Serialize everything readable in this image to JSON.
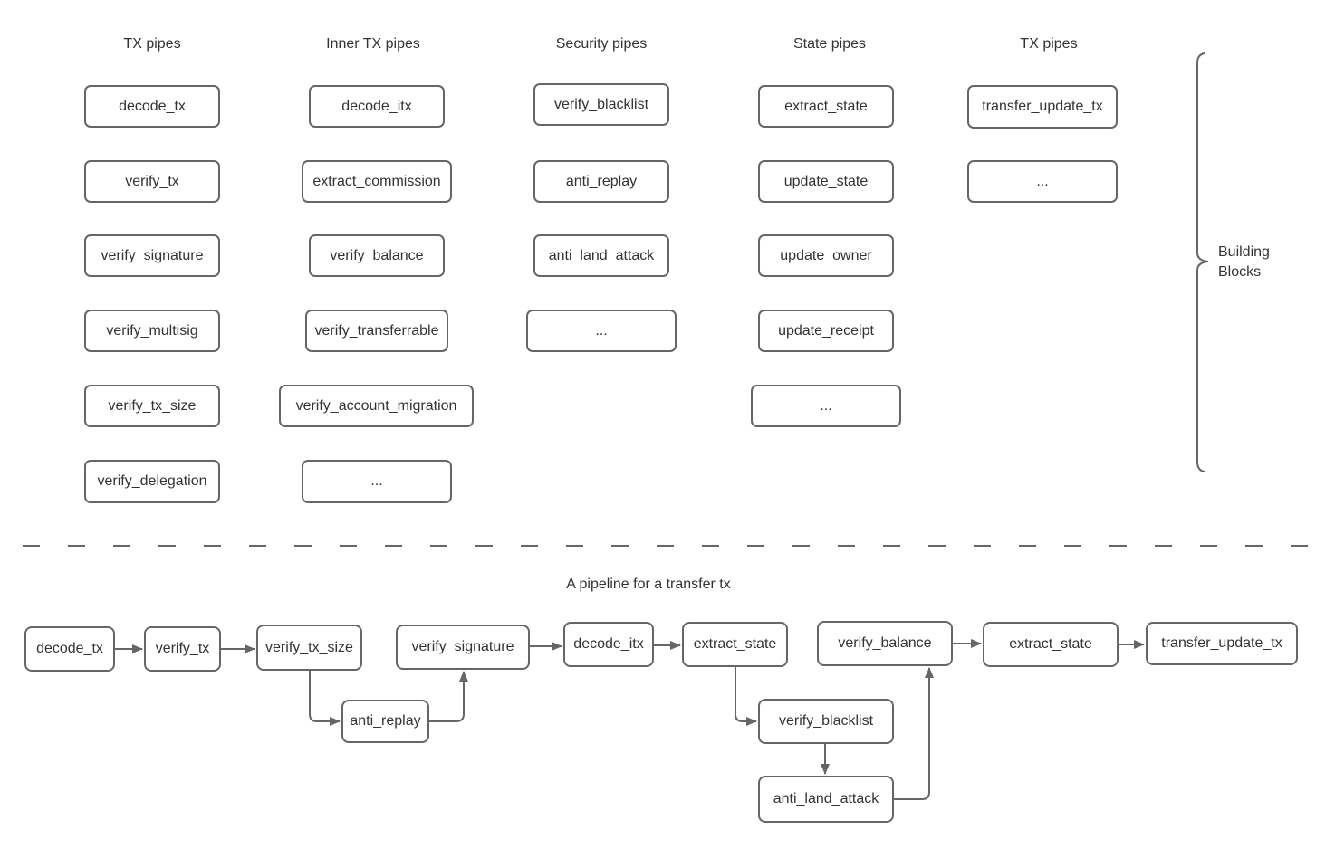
{
  "palette": {
    "stroke": "#666666",
    "text": "#333333",
    "background": "#ffffff"
  },
  "building_blocks": {
    "label": "Building Blocks",
    "columns": [
      {
        "title": "TX pipes",
        "items": [
          "decode_tx",
          "verify_tx",
          "verify_signature",
          "verify_multisig",
          "verify_tx_size",
          "verify_delegation"
        ]
      },
      {
        "title": "Inner TX pipes",
        "items": [
          "decode_itx",
          "extract_commission",
          "verify_balance",
          "verify_transferrable",
          "verify_account_migration",
          "..."
        ]
      },
      {
        "title": "Security pipes",
        "items": [
          "verify_blacklist",
          "anti_replay",
          "anti_land_attack",
          "..."
        ]
      },
      {
        "title": "State pipes",
        "items": [
          "extract_state",
          "update_state",
          "update_owner",
          "update_receipt",
          "..."
        ]
      },
      {
        "title": "TX pipes",
        "items": [
          "transfer_update_tx",
          "..."
        ]
      }
    ]
  },
  "pipeline": {
    "title": "A pipeline for a transfer tx",
    "nodes": [
      "decode_tx",
      "verify_tx",
      "verify_tx_size",
      "anti_replay",
      "verify_signature",
      "decode_itx",
      "extract_state",
      "verify_blacklist",
      "anti_land_attack",
      "verify_balance",
      "extract_state",
      "transfer_update_tx"
    ],
    "edges": [
      {
        "from": "decode_tx",
        "to": "verify_tx"
      },
      {
        "from": "verify_tx",
        "to": "verify_tx_size"
      },
      {
        "from": "verify_tx_size",
        "to": "anti_replay"
      },
      {
        "from": "anti_replay",
        "to": "verify_signature"
      },
      {
        "from": "verify_signature",
        "to": "decode_itx"
      },
      {
        "from": "decode_itx",
        "to": "extract_state"
      },
      {
        "from": "extract_state",
        "to": "verify_blacklist"
      },
      {
        "from": "verify_blacklist",
        "to": "anti_land_attack"
      },
      {
        "from": "anti_land_attack",
        "to": "verify_balance"
      },
      {
        "from": "verify_balance",
        "to": "extract_state"
      },
      {
        "from": "extract_state",
        "to": "transfer_update_tx"
      }
    ]
  }
}
